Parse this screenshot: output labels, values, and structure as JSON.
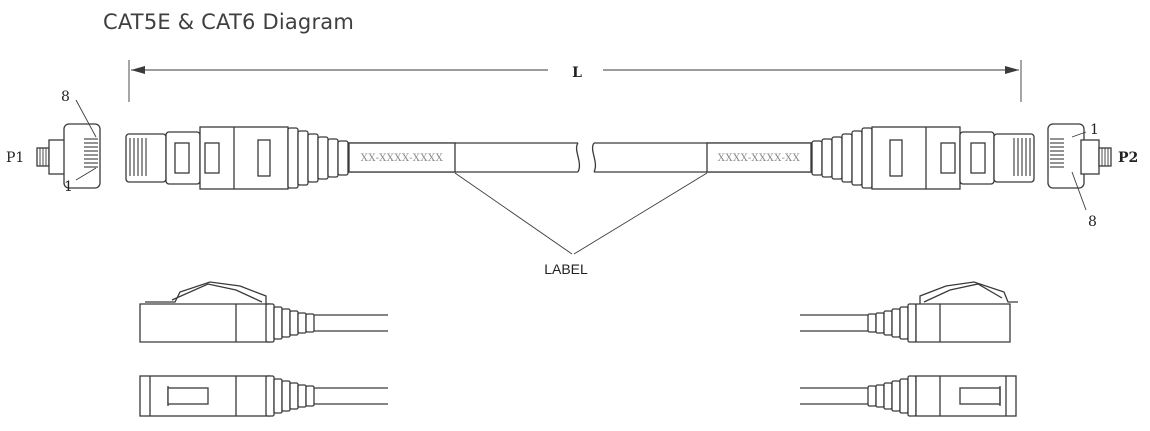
{
  "title": "CAT5E & CAT6 Diagram",
  "length_label": "L",
  "label_callout": "LABEL",
  "plug_1": {
    "name": "P1",
    "pin_top": "8",
    "pin_bottom": "1"
  },
  "plug_2": {
    "name": "P2",
    "pin_top": "1",
    "pin_bottom": "8"
  },
  "label_left": "XX-XXXX-XXXX",
  "label_right": "XXXX-XXXX-XX"
}
